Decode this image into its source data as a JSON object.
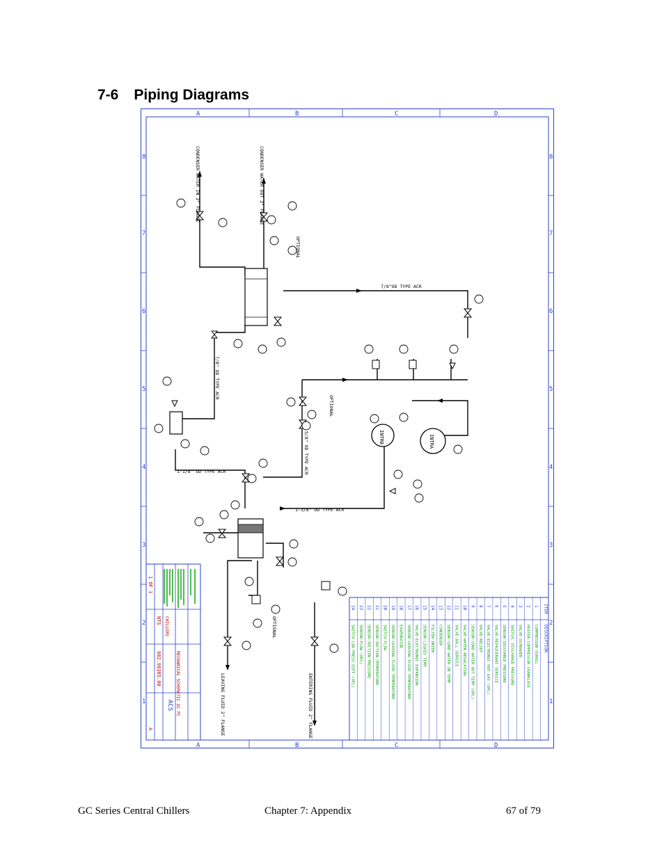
{
  "section": {
    "number": "7-6",
    "title": "Piping Diagrams"
  },
  "drawing": {
    "zone_letters": [
      "A",
      "B",
      "C",
      "D"
    ],
    "zone_numbers": [
      "8",
      "7",
      "6",
      "5",
      "4",
      "3",
      "2",
      "1"
    ],
    "labels": {
      "condenser_in": "CONDENSER WATER IN 2\" FLANGE",
      "condenser_out": "CONDENSER WATER OUT 2\" FLANGE",
      "leaving_fluid": "LEAVING FLUID 2\" FLANGE",
      "entering_fluid": "ENTERING FLUID 2\" FLANGE",
      "pipe_7_8_top": "7/8\"OD TYPE ACR",
      "pipe_7_8_left": "7/8\" OD TYPE ACR",
      "pipe_5_8": "5/8\" OD TYPE ACR",
      "pipe_1_1_8": "1-1/8\" OD TYPE ACR",
      "pipe_1_3_8": "1-3/8\" OD TYPE ACR",
      "optional": "OPTIONAL",
      "intra": "INTRA",
      "intrb": "INTRB"
    },
    "legend": {
      "header": {
        "item": "ITEM",
        "description": "DESCRIPTION"
      },
      "items": [
        {
          "no": "1",
          "desc": "COMPRESSOR-SCROLL"
        },
        {
          "no": "2",
          "desc": "HEATER-COMPRESSOR CRANKCASE"
        },
        {
          "no": "3",
          "desc": "VALVE-SCHRADER"
        },
        {
          "no": "4",
          "desc": "SWITCH, DISCHARGE PRESSURE"
        },
        {
          "no": "5",
          "desc": "SENSOR-DISCHARGE PRESSURE"
        },
        {
          "no": "6",
          "desc": "VALVE-REFRIGERANT SERVICE"
        },
        {
          "no": "7",
          "desc": "VALVE-ELECTRONIC HOT GAS (OPL)"
        },
        {
          "no": "8",
          "desc": "VALVE-RELIEF"
        },
        {
          "no": "9",
          "desc": "SENSOR-COND WATER OUT TEMP (OPL)"
        },
        {
          "no": "10",
          "desc": "VALVE-WATER REGULATING"
        },
        {
          "no": "11",
          "desc": "VALVE-BALL SERVICE"
        },
        {
          "no": "12",
          "desc": "SENSOR-COND WATER IN TEMP"
        },
        {
          "no": "13",
          "desc": "CONDENSER"
        },
        {
          "no": "14",
          "desc": "FILTER-DRIER"
        },
        {
          "no": "15",
          "desc": "SENSOR-LIQUID TEMP"
        },
        {
          "no": "16",
          "desc": "VALVE-ELECTRONIC EXPANSION"
        },
        {
          "no": "17",
          "desc": "SENSOR-LEAVING FLUID TEMPERATURE"
        },
        {
          "no": "18",
          "desc": "EVAPORATOR"
        },
        {
          "no": "19",
          "desc": "SENSOR-LEAVING FLUID TEMPERATURE"
        },
        {
          "no": "20",
          "desc": "SWITCH-FLOW"
        },
        {
          "no": "21",
          "desc": "SENSOR-SUCTION TEMPERATURE"
        },
        {
          "no": "22",
          "desc": "SENSOR-SUCTION PRESSURE"
        },
        {
          "no": "23",
          "desc": "SENSOR-FLOW (OPL)"
        },
        {
          "no": "24",
          "desc": "SWITCH-LOW PRESS DIFF (OPL)"
        }
      ]
    },
    "title_block": {
      "company": "ACS",
      "product": "CHILLERS",
      "title": "MECHANICAL SCHEMATIC GC PC",
      "scale": "NTS",
      "sheet": "1 OF 1",
      "drawing_no": "882.98305.00",
      "rev": "A"
    }
  },
  "footer": {
    "left": "GC Series Central Chillers",
    "center": "Chapter 7: Appendix",
    "right": "67 of 79"
  }
}
